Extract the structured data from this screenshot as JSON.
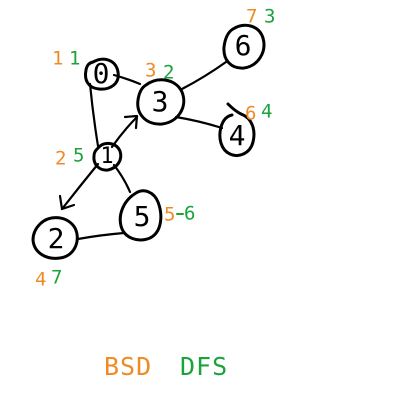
{
  "colors": {
    "ink": "#000000",
    "bfs": "#f08a24",
    "dfs": "#1aa33a"
  },
  "graph": {
    "nodes": [
      {
        "id": "0",
        "label": "0",
        "bfs_order": "1",
        "dfs_order": "1"
      },
      {
        "id": "1",
        "label": "1",
        "bfs_order": "2",
        "dfs_order": "5"
      },
      {
        "id": "2",
        "label": "2",
        "bfs_order": "4",
        "dfs_order": "7"
      },
      {
        "id": "3",
        "label": "3",
        "bfs_order": "3",
        "dfs_order": "2"
      },
      {
        "id": "4",
        "label": "4",
        "bfs_order": "6",
        "dfs_order": "4"
      },
      {
        "id": "5",
        "label": "5",
        "bfs_order": "5",
        "dfs_order": "6"
      },
      {
        "id": "6",
        "label": "6",
        "bfs_order": "7",
        "dfs_order": "3"
      }
    ],
    "edges": [
      {
        "from": "0",
        "to": "3",
        "directed": false
      },
      {
        "from": "0",
        "to": "1",
        "directed": false
      },
      {
        "from": "1",
        "to": "3",
        "directed": true
      },
      {
        "from": "1",
        "to": "2",
        "directed": true
      },
      {
        "from": "1",
        "to": "5",
        "directed": false
      },
      {
        "from": "5",
        "to": "2",
        "directed": false
      },
      {
        "from": "3",
        "to": "6",
        "directed": false
      },
      {
        "from": "3",
        "to": "4",
        "directed": false
      }
    ]
  },
  "legend": {
    "bfs_label": "BSD",
    "dfs_label": "DFS"
  }
}
